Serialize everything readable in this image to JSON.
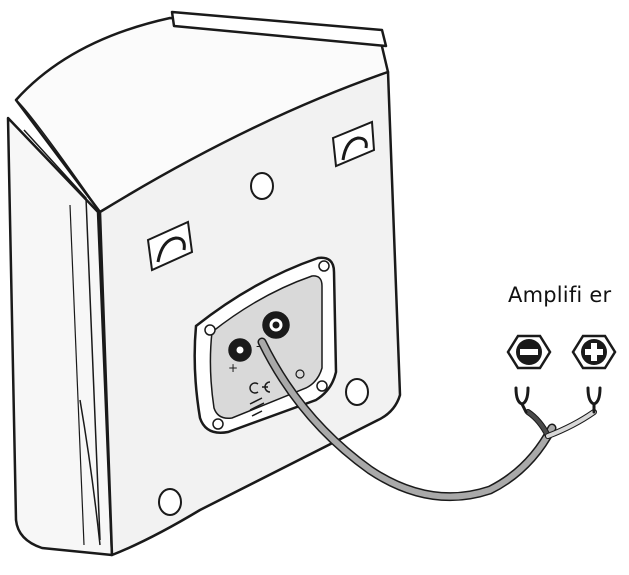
{
  "diagram": {
    "amplifier_label": "Amplifi er",
    "terminals": [
      {
        "name": "negative",
        "symbol": "minus"
      },
      {
        "name": "positive",
        "symbol": "plus"
      }
    ],
    "speaker_terminal_markings": [
      "+",
      "-"
    ],
    "colors": {
      "outline": "#1a1a1a",
      "cable": "#a9a9a9",
      "cable_dark": "#4a4a4a",
      "panel": "#f2f2f2"
    }
  }
}
